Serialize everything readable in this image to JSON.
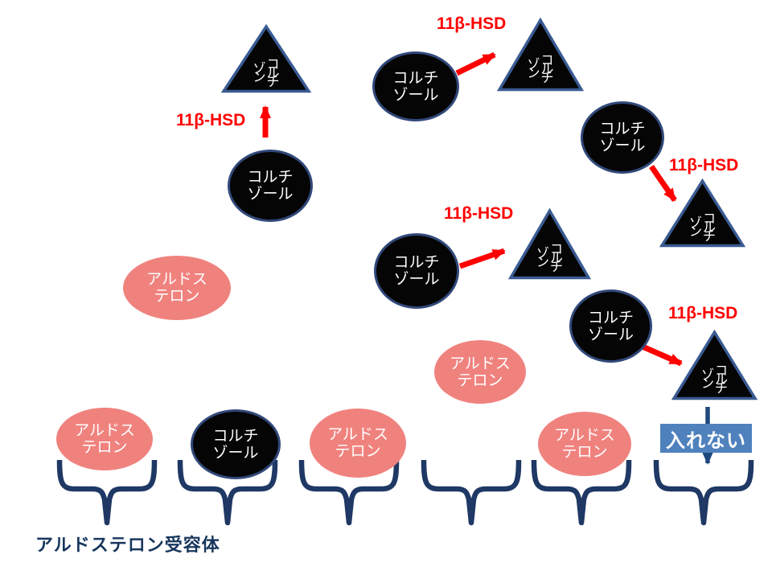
{
  "labels": {
    "enzyme": "11β-HSD",
    "cortisol": "コルチ\nゾール",
    "aldosterone": "アルドス\nテロン",
    "cortisone_right_column": "コルチ",
    "cortisone_left_column": "ゾン",
    "blocked": "入れない",
    "receptor_caption": "アルドステロン受容体"
  },
  "colors": {
    "enzyme_red": "#ff0000",
    "cortisol_fill": "#050505",
    "shape_border_blue": "#31497a",
    "triangle_border_blue": "#3a5b93",
    "aldosterone_pink": "#f0827e",
    "blocked_box_blue": "#4f81bd",
    "receptor_brace_navy": "#1f3864",
    "blocked_arrow_navy": "#1f497d",
    "caption_navy": "#17365d"
  }
}
